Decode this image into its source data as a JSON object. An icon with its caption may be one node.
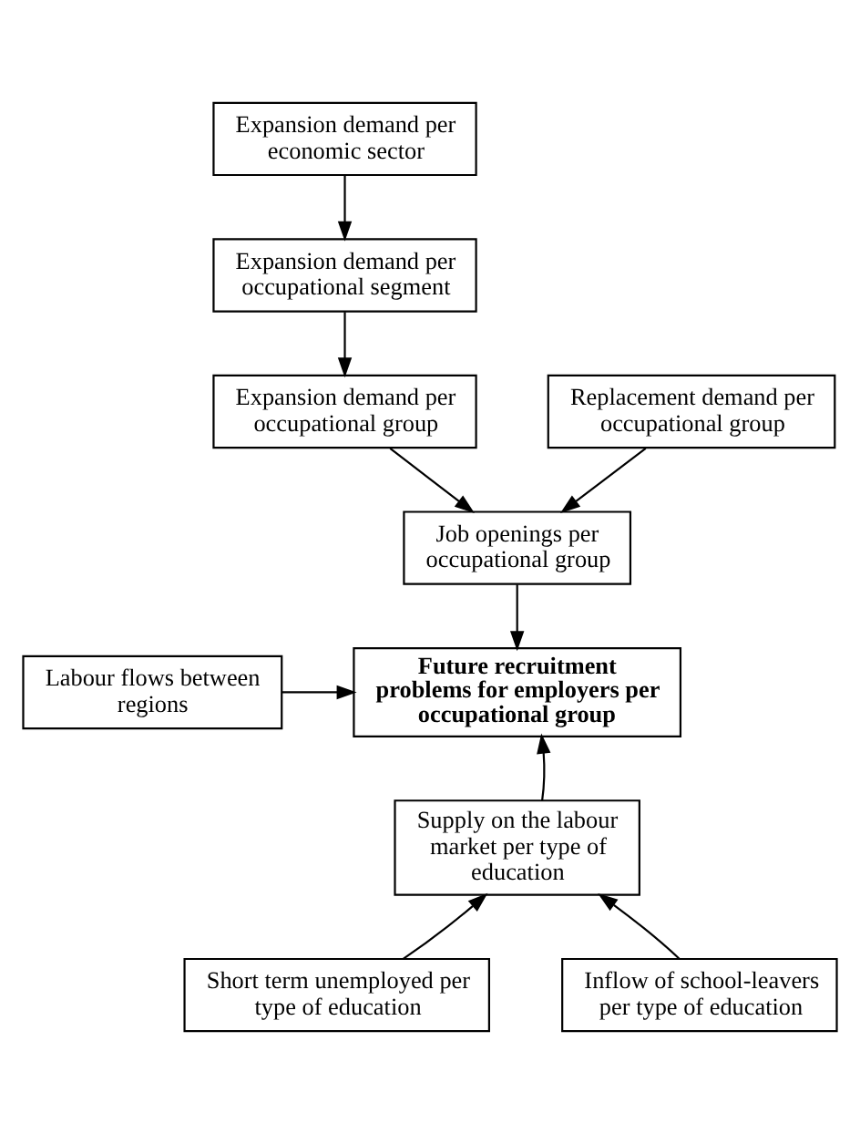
{
  "diagram": {
    "nodes": [
      {
        "text": [
          "Expansion demand per economic sector"
        ]
      },
      {
        "text": [
          "Expansion demand per occupational segment"
        ]
      },
      {
        "text": [
          "Expansion demand per occupational group"
        ]
      },
      {
        "text": [
          "Replacement demand per occupational group"
        ]
      },
      {
        "text": [
          "Job openings per occupational group"
        ]
      },
      {
        "text": [
          "Labour flows between regions"
        ]
      },
      {
        "text": [
          "Future recruitment problems for employers per occupational group"
        ]
      },
      {
        "text": [
          "Supply on the labour market per type of education"
        ]
      },
      {
        "text": [
          "Short term unemployed per type of education"
        ]
      },
      {
        "text": [
          "Inflow of school-leavers per type of education"
        ]
      }
    ],
    "edges": [
      {
        "from": 0,
        "to": 1,
        "arrow": "to"
      },
      {
        "from": 1,
        "to": 2,
        "arrow": "to"
      },
      {
        "from": 2,
        "to": 4,
        "arrow": "to"
      },
      {
        "from": 3,
        "to": 4,
        "arrow": "to"
      },
      {
        "from": 4,
        "to": 6,
        "arrow": "to"
      },
      {
        "from": 5,
        "to": 6,
        "arrow": "to"
      },
      {
        "from": 7,
        "to": 6,
        "arrow": "to"
      },
      {
        "from": 8,
        "to": 7,
        "arrow": "to"
      },
      {
        "from": 9,
        "to": 7,
        "arrow": "to"
      }
    ]
  }
}
